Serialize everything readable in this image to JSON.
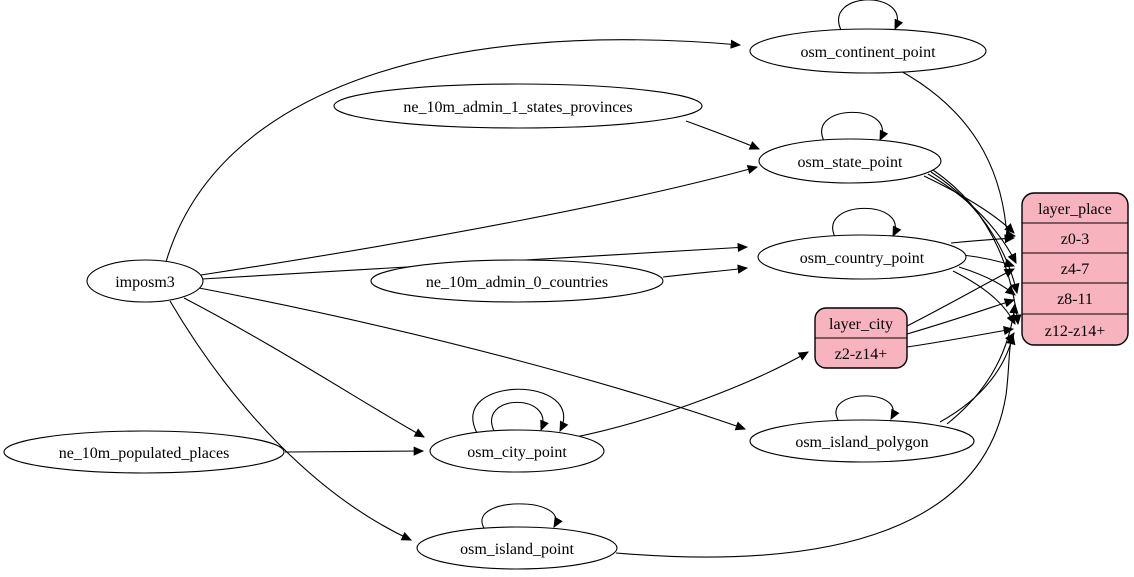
{
  "diagram": {
    "type": "etl-dataflow-graph",
    "background_color": "#ffffff",
    "node_fill_color": "#ffffff",
    "record_fill_color": "#f8b4be",
    "edge_color": "#000000",
    "nodes": [
      {
        "id": "imposm3",
        "label": "imposm3",
        "type": "ellipse"
      },
      {
        "id": "ne_10m_admin_1_states_provinces",
        "label": "ne_10m_admin_1_states_provinces",
        "type": "ellipse"
      },
      {
        "id": "ne_10m_admin_0_countries",
        "label": "ne_10m_admin_0_countries",
        "type": "ellipse"
      },
      {
        "id": "ne_10m_populated_places",
        "label": "ne_10m_populated_places",
        "type": "ellipse"
      },
      {
        "id": "osm_continent_point",
        "label": "osm_continent_point",
        "type": "ellipse",
        "self_loops": 1
      },
      {
        "id": "osm_state_point",
        "label": "osm_state_point",
        "type": "ellipse",
        "self_loops": 1
      },
      {
        "id": "osm_country_point",
        "label": "osm_country_point",
        "type": "ellipse",
        "self_loops": 1
      },
      {
        "id": "osm_city_point",
        "label": "osm_city_point",
        "type": "ellipse",
        "self_loops": 2
      },
      {
        "id": "osm_island_polygon",
        "label": "osm_island_polygon",
        "type": "ellipse",
        "self_loops": 1
      },
      {
        "id": "osm_island_point",
        "label": "osm_island_point",
        "type": "ellipse",
        "self_loops": 1
      },
      {
        "id": "layer_city",
        "label": "layer_city",
        "type": "record",
        "rows": [
          "z2-z14+"
        ]
      },
      {
        "id": "layer_place",
        "label": "layer_place",
        "type": "record",
        "rows": [
          "z0-3",
          "z4-7",
          "z8-11",
          "z12-z14+"
        ]
      }
    ],
    "edges": [
      {
        "from": "imposm3",
        "to": "osm_continent_point"
      },
      {
        "from": "imposm3",
        "to": "osm_state_point"
      },
      {
        "from": "imposm3",
        "to": "osm_country_point"
      },
      {
        "from": "imposm3",
        "to": "osm_city_point"
      },
      {
        "from": "imposm3",
        "to": "osm_island_polygon"
      },
      {
        "from": "imposm3",
        "to": "osm_island_point"
      },
      {
        "from": "ne_10m_admin_1_states_provinces",
        "to": "osm_state_point"
      },
      {
        "from": "ne_10m_admin_0_countries",
        "to": "osm_country_point"
      },
      {
        "from": "ne_10m_populated_places",
        "to": "osm_city_point"
      },
      {
        "from": "osm_continent_point",
        "to": "osm_continent_point"
      },
      {
        "from": "osm_state_point",
        "to": "osm_state_point"
      },
      {
        "from": "osm_country_point",
        "to": "osm_country_point"
      },
      {
        "from": "osm_city_point",
        "to": "osm_city_point"
      },
      {
        "from": "osm_city_point",
        "to": "osm_city_point"
      },
      {
        "from": "osm_island_polygon",
        "to": "osm_island_polygon"
      },
      {
        "from": "osm_island_point",
        "to": "osm_island_point"
      },
      {
        "from": "osm_continent_point",
        "to": "layer_place",
        "to_port": "z0-3"
      },
      {
        "from": "osm_state_point",
        "to": "layer_place",
        "to_port": "z0-3"
      },
      {
        "from": "osm_state_point",
        "to": "layer_place",
        "to_port": "z4-7"
      },
      {
        "from": "osm_state_point",
        "to": "layer_place",
        "to_port": "z8-11"
      },
      {
        "from": "osm_state_point",
        "to": "layer_place",
        "to_port": "z12-z14+"
      },
      {
        "from": "osm_country_point",
        "to": "layer_place",
        "to_port": "z0-3"
      },
      {
        "from": "osm_country_point",
        "to": "layer_place",
        "to_port": "z4-7"
      },
      {
        "from": "osm_country_point",
        "to": "layer_place",
        "to_port": "z8-11"
      },
      {
        "from": "osm_country_point",
        "to": "layer_place",
        "to_port": "z12-z14+"
      },
      {
        "from": "osm_city_point",
        "to": "layer_city",
        "to_port": "z2-z14+"
      },
      {
        "from": "layer_city",
        "to": "layer_place",
        "to_port": "z4-7"
      },
      {
        "from": "layer_city",
        "to": "layer_place",
        "to_port": "z8-11"
      },
      {
        "from": "layer_city",
        "to": "layer_place",
        "to_port": "z12-z14+"
      },
      {
        "from": "osm_island_polygon",
        "to": "layer_place",
        "to_port": "z8-11"
      },
      {
        "from": "osm_island_polygon",
        "to": "layer_place",
        "to_port": "z12-z14+"
      },
      {
        "from": "osm_island_point",
        "to": "layer_place",
        "to_port": "z12-z14+"
      }
    ]
  }
}
